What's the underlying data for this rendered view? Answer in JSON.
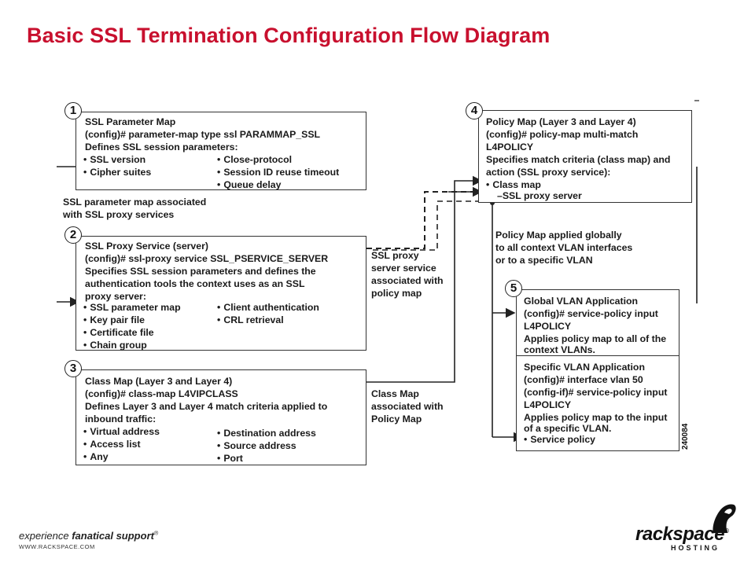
{
  "title": "Basic SSL Termination Configuration Flow Diagram",
  "boxes": {
    "b1": {
      "num": "1",
      "lines": [
        "SSL Parameter Map",
        "(config)# parameter-map type ssl PARAMMAP_SSL",
        "Defines SSL session parameters:"
      ],
      "col1": [
        "SSL version",
        "Cipher suites"
      ],
      "col2": [
        "Close-protocol",
        "Session ID reuse timeout",
        "Queue delay"
      ]
    },
    "b2": {
      "num": "2",
      "lines": [
        "SSL Proxy Service (server)",
        "(config)# ssl-proxy service SSL_PSERVICE_SERVER",
        "Specifies SSL session parameters and defines the",
        "authentication tools the context uses as an SSL",
        "proxy server:"
      ],
      "col1": [
        "SSL parameter map",
        "Key pair file",
        "Certificate file",
        "Chain group"
      ],
      "col2": [
        "Client authentication",
        "CRL retrieval"
      ]
    },
    "b3": {
      "num": "3",
      "lines": [
        "Class Map (Layer 3 and Layer 4)",
        "(config)# class-map L4VIPCLASS",
        "Defines Layer 3 and Layer 4 match criteria applied to",
        "inbound traffic:"
      ],
      "col1": [
        "Virtual address",
        "Access list",
        "Any"
      ],
      "col2": [
        "Destination address",
        "Source address",
        "Port"
      ]
    },
    "b4": {
      "num": "4",
      "lines": [
        "Policy Map (Layer 3 and Layer 4)",
        "(config)# policy-map multi-match",
        "L4POLICY",
        "Specifies match criteria (class map) and",
        "action (SSL proxy service):"
      ],
      "items": [
        "Class map",
        "–SSL proxy server"
      ]
    },
    "b5": {
      "num": "5",
      "top": [
        "Global VLAN Application",
        "(config)# service-policy input",
        "L4POLICY",
        "Applies policy map to all of the",
        "context VLANs."
      ],
      "bottom": [
        "Specific VLAN Application",
        "(config)# interface vlan 50",
        "(config-if)# service-policy input",
        "L4POLICY",
        "Applies policy map to the input",
        "of a specific VLAN."
      ],
      "item": "Service policy"
    }
  },
  "notes": {
    "n1": [
      "SSL parameter map associated",
      "with SSL proxy services"
    ],
    "n2": [
      "SSL proxy",
      "server service",
      "associated with",
      "policy map"
    ],
    "n3": [
      "Class Map",
      "associated with",
      "Policy Map"
    ],
    "n4": [
      "Policy Map applied globally",
      "to all context VLAN interfaces",
      "or to a specific VLAN"
    ]
  },
  "figure_code": "240084",
  "footer": {
    "tagline_plain": "experience ",
    "tagline_bold": "fanatical support",
    "tagline_mark": "®",
    "url": "WWW.RACKSPACE.COM",
    "brand": "rackspace",
    "brand_mark": "®",
    "brand_sub": "HOSTING"
  },
  "colors": {
    "title": "#c8102e",
    "lines": "#222222"
  }
}
